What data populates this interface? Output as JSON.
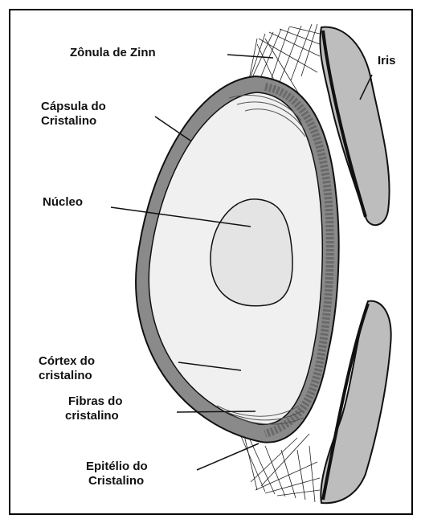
{
  "labels": {
    "zonula": "Zônula de Zinn",
    "iris": "Iris",
    "capsula_l1": "Cápsula do",
    "capsula_l2": "Cristalino",
    "nucleo": "Núcleo",
    "cortex_l1": "Córtex do",
    "cortex_l2": "cristalino",
    "fibras_l1": "Fibras do",
    "fibras_l2": "cristalino",
    "epitelio_l1": "Epitélio do",
    "epitelio_l2": "Cristalino"
  },
  "colors": {
    "background": "#ffffff",
    "outline": "#000000",
    "capsule": "#8a8a8a",
    "cortex": "#f0f0f0",
    "nucleus": "#e4e4e4",
    "iris": "#bdbdbd"
  }
}
